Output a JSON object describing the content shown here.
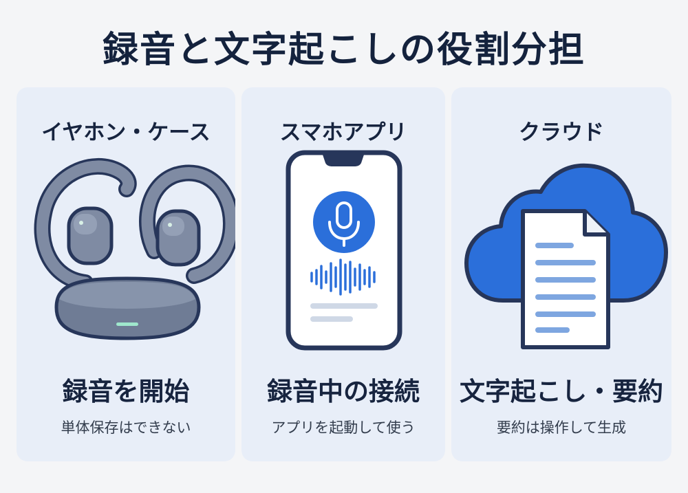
{
  "title": "録音と文字起こしの役割分担",
  "cards": [
    {
      "heading": "イヤホン・ケース",
      "action": "録音を開始",
      "note": "単体保存はできない",
      "illustration": "earbuds-and-case-icon"
    },
    {
      "heading": "スマホアプリ",
      "action": "録音中の接続",
      "note": "アプリを起動して使う",
      "illustration": "smartphone-recording-icon"
    },
    {
      "heading": "クラウド",
      "action": "文字起こし・要約",
      "note": "要約は操作して生成",
      "illustration": "cloud-document-icon"
    }
  ],
  "colors": {
    "background": "#f4f5f7",
    "card": "#e8eef8",
    "text": "#16233d",
    "earbud_gray": "#7f8ba3",
    "outline": "#27365a",
    "accent_blue": "#2b6fda"
  }
}
